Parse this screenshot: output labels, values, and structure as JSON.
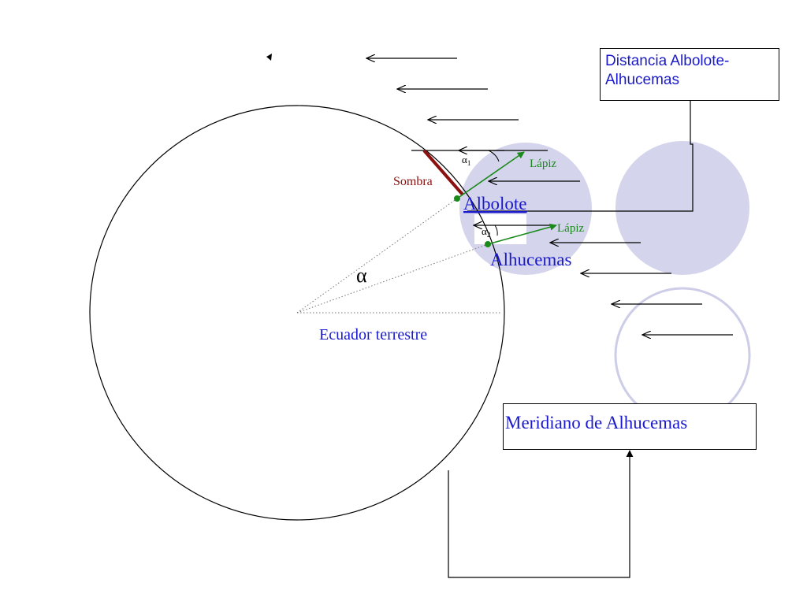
{
  "labels": {
    "distancia": "Distancia Albolote-Alhucemas",
    "albolote": "Albolote",
    "alhucemas": "Alhucemas",
    "sombra": "Sombra",
    "lapiz_1": "Lápiz",
    "lapiz_2": "Lápiz",
    "alpha": "α",
    "alpha_1": "α",
    "alpha_1_sub": "1",
    "alpha_2": "α",
    "alpha_2_sub": "2",
    "ecuador": "Ecuador terrestre",
    "meridiano": "Meridiano de Alhucemas"
  },
  "colors": {
    "blue_text": "#1a1acc",
    "green": "#1a8a1a",
    "shadow": "#8b1010",
    "lavender": "#d4d4ec",
    "lavender_ring": "#cdcde8",
    "black": "#000000"
  }
}
